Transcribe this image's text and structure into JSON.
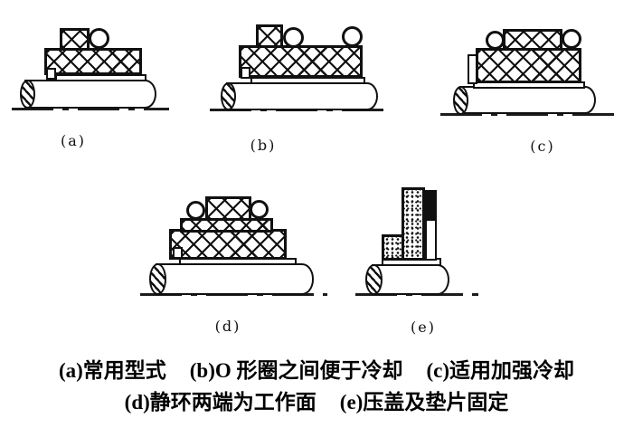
{
  "colors": {
    "ink": "#101010",
    "background": "#ffffff"
  },
  "figure": {
    "panels": [
      {
        "id": "a",
        "label": "(a)"
      },
      {
        "id": "b",
        "label": "(b)"
      },
      {
        "id": "c",
        "label": "(c)"
      },
      {
        "id": "d",
        "label": "(d)"
      },
      {
        "id": "e",
        "label": "(e)"
      }
    ],
    "caption_line1": [
      "(a)常用型式",
      "(b)O 形圈之间便于冷却",
      "(c)适用加强冷却"
    ],
    "caption_line2": [
      "(d)静环两端为工作面",
      "(e)压盖及垫片固定"
    ]
  }
}
